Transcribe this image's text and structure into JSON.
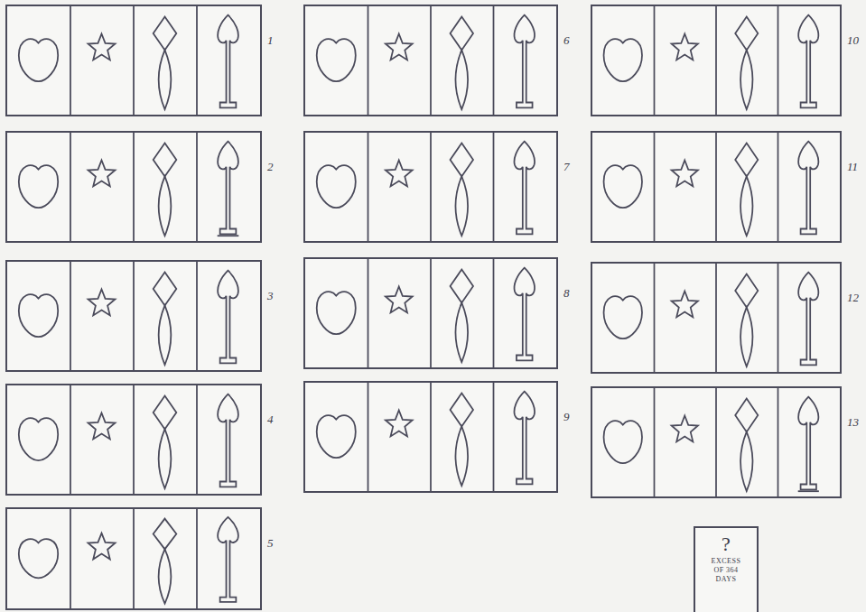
{
  "diagram": {
    "nodes": [
      {
        "text": [
          "1"
        ]
      },
      {
        "text": [
          "2"
        ]
      },
      {
        "text": [
          "3"
        ]
      },
      {
        "text": [
          "4"
        ]
      },
      {
        "text": [
          "5"
        ]
      },
      {
        "text": [
          "6"
        ]
      },
      {
        "text": [
          "7"
        ]
      },
      {
        "text": [
          "8"
        ]
      },
      {
        "text": [
          "9"
        ]
      },
      {
        "text": [
          "10"
        ]
      },
      {
        "text": [
          "11"
        ]
      },
      {
        "text": [
          "12"
        ]
      },
      {
        "text": [
          "13"
        ]
      },
      {
        "text": [
          "?",
          "EXCESS OF 364 DAYS"
        ]
      }
    ]
  }
}
